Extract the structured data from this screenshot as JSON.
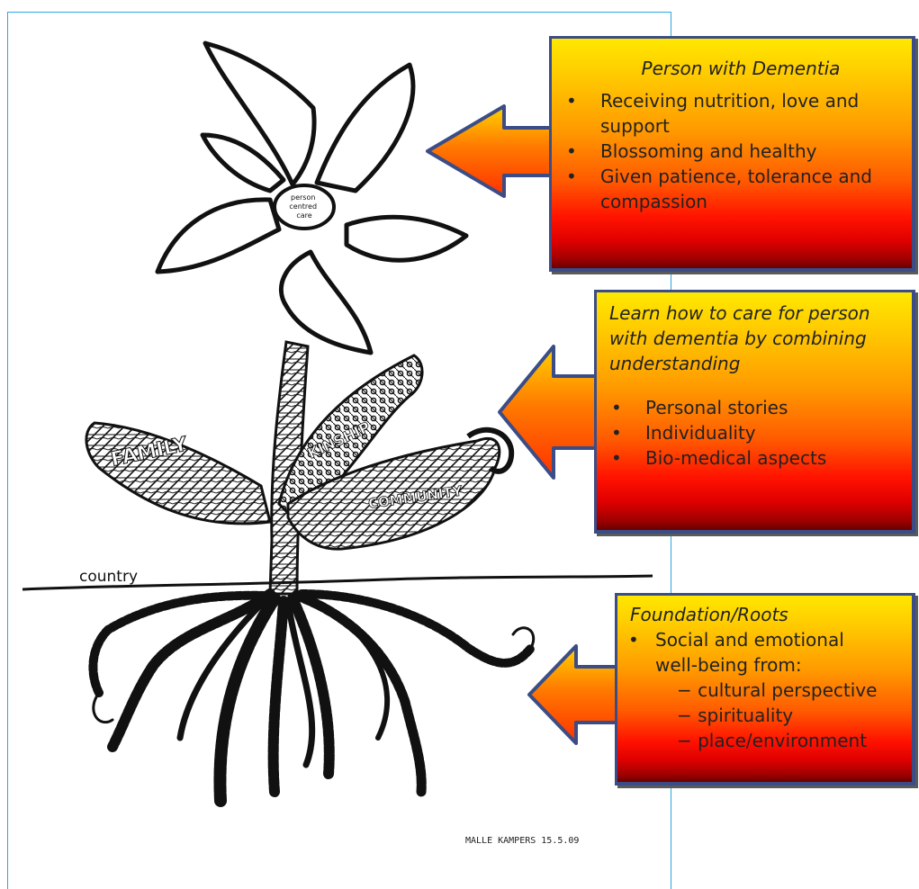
{
  "flower_labels": {
    "center": [
      "person",
      "centred",
      "care"
    ],
    "leaf_left": "FAMILY",
    "leaf_middle": "KINSHIP",
    "leaf_right": "COMMUNITY",
    "ground": "country",
    "signature": "MALLE KAMPERS  15.5.09"
  },
  "callouts": {
    "person": {
      "heading": "Person with Dementia",
      "items": [
        [
          "Receiving nutrition, love and",
          "support"
        ],
        [
          "Blossoming and healthy"
        ],
        [
          "Given patience, tolerance and",
          "compassion"
        ]
      ]
    },
    "learn": {
      "heading": [
        "Learn how to care for person",
        "with dementia by combining",
        "understanding"
      ],
      "items": [
        "Personal stories",
        "Individuality",
        "Bio-medical aspects"
      ]
    },
    "foundation": {
      "heading": "Foundation/Roots",
      "item": [
        "Social and emotional",
        "well-being from:"
      ],
      "subitems": [
        "− cultural perspective",
        "− spirituality",
        "− place/environment"
      ]
    }
  },
  "colors": {
    "frame": "#2aa8e0",
    "box_border": "#3b4d86",
    "arrow": "#ff6a00"
  }
}
